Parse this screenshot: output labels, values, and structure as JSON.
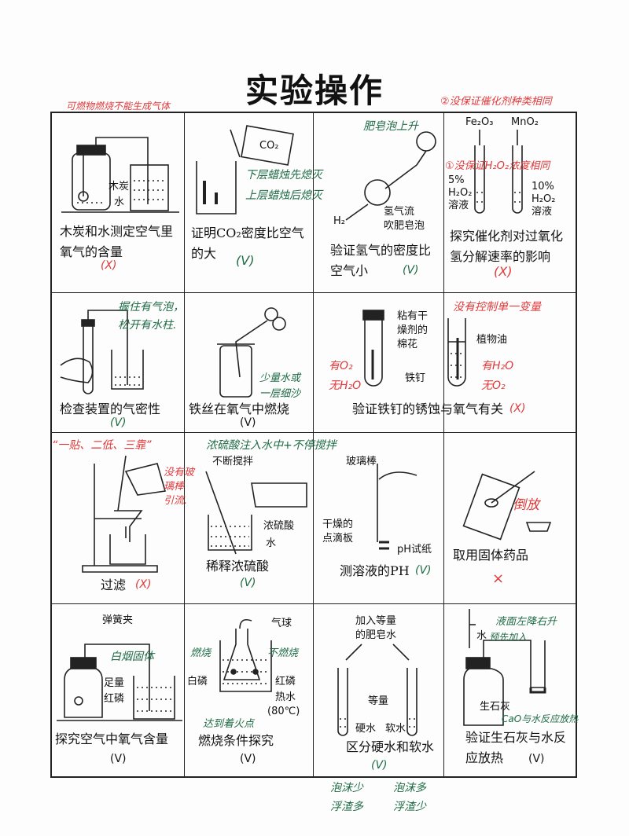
{
  "title": "实验操作",
  "colors": {
    "red_annotation": "#e0393a",
    "green_annotation": "#1f6b45"
  },
  "cells": [
    {
      "caption": "木炭和水测定空气里氧气的含量",
      "mark": "(X)",
      "labels": [
        "木炭",
        "水"
      ],
      "notes": [
        "可燃物燃烧不能生成气体"
      ]
    },
    {
      "caption": "证明CO₂密度比空气的大",
      "mark": "(V)",
      "labels": [
        "CO₂"
      ],
      "notes": [
        "下层蜡烛先熄灭",
        "上层蜡烛后熄灭"
      ]
    },
    {
      "caption": "验证氢气的密度比空气小",
      "mark": "(V)",
      "labels": [
        "H₂",
        "氢气流",
        "吹肥皂泡"
      ],
      "notes": [
        "肥皂泡上升"
      ]
    },
    {
      "caption": "探究催化剂对过氧化氢分解速率的影响",
      "mark": "(X)",
      "labels": [
        "Fe₂O₃",
        "MnO₂",
        "5%",
        "H₂O₂",
        "溶液",
        "10%",
        "H₂O₂",
        "溶液"
      ],
      "notes": [
        "②没保证催化剂种类相同",
        "①没保证H₂O₂浓度相同"
      ]
    },
    {
      "caption": "检查装置的气密性",
      "mark": "(V)",
      "labels": [],
      "notes": [
        "握住有气泡，",
        "松开有水柱."
      ]
    },
    {
      "caption": "铁丝在氧气中燃烧",
      "mark": "(V)",
      "labels": [],
      "notes": [
        "少量水或",
        "一层细沙"
      ]
    },
    {
      "caption": "验证铁钉的锈蚀与氧气有关",
      "mark": "(X)",
      "labels": [
        "粘有干",
        "燥剂的",
        "棉花",
        "植物油",
        "铁钉"
      ],
      "notes": [
        "没有控制单一变量",
        "有O₂",
        "无H₂O",
        "有H₂O",
        "无O₂"
      ]
    },
    {
      "caption": "过滤",
      "mark": "(X)",
      "labels": [],
      "notes": [
        "“一贴、二低、三靠”",
        "没有玻",
        "璃棒",
        "引流."
      ]
    },
    {
      "caption": "稀释浓硫酸",
      "mark": "(V)",
      "labels": [
        "不断搅拌",
        "浓硫酸",
        "水"
      ],
      "notes": [
        "浓硫酸注入水中+不停搅拌"
      ]
    },
    {
      "caption": "测溶液的PH",
      "mark": "(V)",
      "labels": [
        "玻璃棒",
        "干燥的",
        "点滴板",
        "pH试纸"
      ],
      "notes": []
    },
    {
      "caption": "取用固体药品",
      "mark": "×",
      "labels": [],
      "notes": [
        "倒放"
      ]
    },
    {
      "caption": "探究空气中氧气含量",
      "mark": "(V)",
      "labels": [
        "弹簧夹",
        "足量",
        "红磷"
      ],
      "notes": [
        "白烟固体"
      ]
    },
    {
      "caption": "燃烧条件探究",
      "mark": "(V)",
      "labels": [
        "气球",
        "白磷",
        "红磷",
        "热水",
        "(80℃)"
      ],
      "notes": [
        "燃烧",
        "不燃烧",
        "达到着火点"
      ]
    },
    {
      "caption": "区分硬水和软水",
      "mark": "(V)",
      "labels": [
        "加入等量",
        "的肥皂水",
        "等量",
        "硬水",
        "软水"
      ],
      "notes": [
        "泡沫少",
        "浮渣多",
        "泡沫多",
        "浮渣少"
      ]
    },
    {
      "caption": "验证生石灰与水反应放热",
      "mark": "(V)",
      "labels": [
        "水",
        "生石灰"
      ],
      "notes": [
        "液面左降右升",
        "预先加入",
        "CaO与水反应放热"
      ]
    }
  ]
}
